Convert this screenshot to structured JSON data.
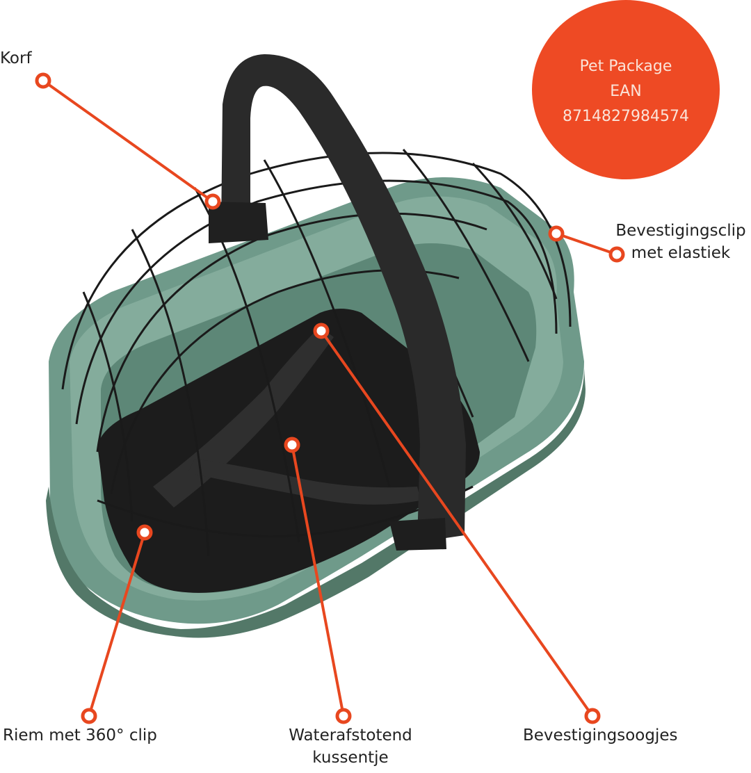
{
  "badge": {
    "line1": "Pet Package",
    "line2": "EAN",
    "line3": "8714827984574",
    "color": "#ee4a24"
  },
  "labels": {
    "korf": "Korf",
    "clip_line1": "Bevestigingsclip",
    "clip_line2": "met elastiek",
    "riem": "Riem met 360° clip",
    "kussen_line1": "Waterafstotend",
    "kussen_line2": "kussentje",
    "oogjes": "Bevestigingsoogjes"
  },
  "colors": {
    "callout": "#e8471f",
    "basket": "#6f9a8a",
    "basket_dark": "#537868",
    "handle": "#2a2a2a",
    "cushion": "#1c1c1c"
  }
}
